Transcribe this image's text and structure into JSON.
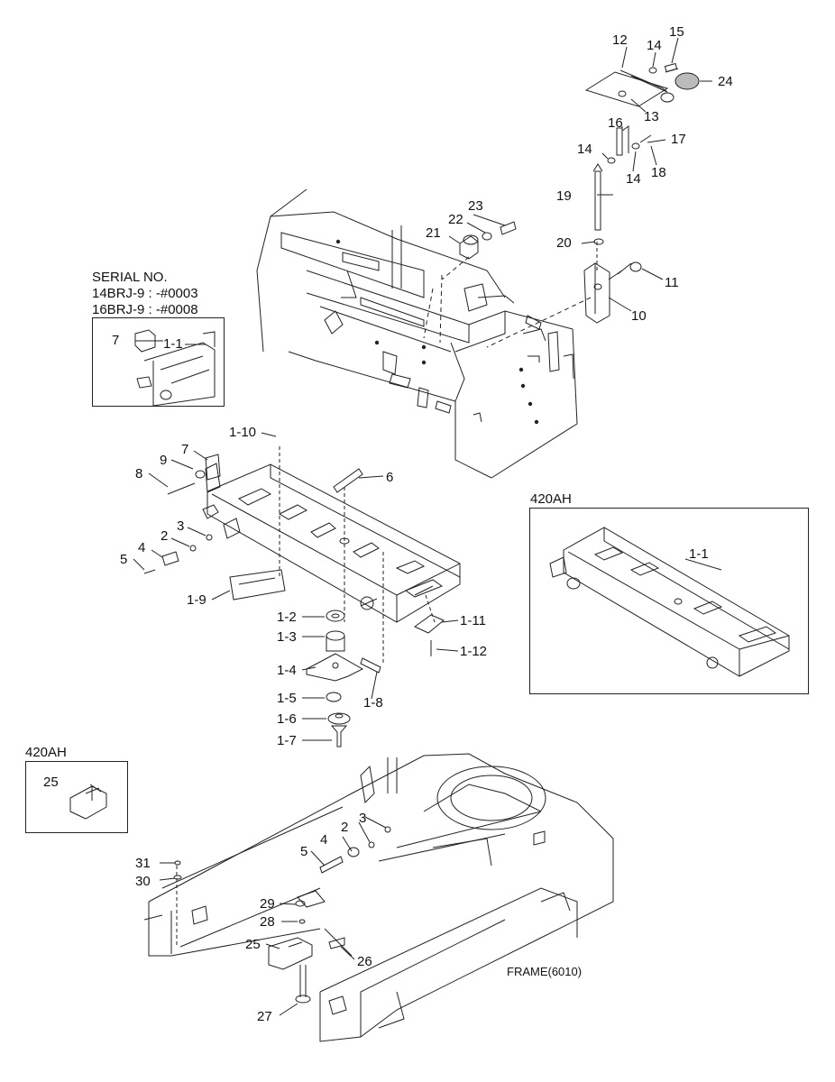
{
  "inset_serial": {
    "title": "SERIAL NO.",
    "line1": "14BRJ-9 : -#0003",
    "line2": "16BRJ-9 : -#0008",
    "labels": {
      "p7": "7",
      "p1_1": "1-1"
    }
  },
  "inset_420ah_right": {
    "title": "420AH",
    "labels": {
      "p1_1": "1-1"
    }
  },
  "inset_420ah_left": {
    "title": "420AH",
    "labels": {
      "p25": "25"
    }
  },
  "footer": {
    "frame_code": "FRAME(6010)"
  },
  "parts": {
    "p1_2": "1-2",
    "p1_3": "1-3",
    "p1_4": "1-4",
    "p1_5": "1-5",
    "p1_6": "1-6",
    "p1_7": "1-7",
    "p1_8": "1-8",
    "p1_9": "1-9",
    "p1_10": "1-10",
    "p1_11": "1-11",
    "p1_12": "1-12",
    "p2": "2",
    "p3": "3",
    "p4": "4",
    "p5": "5",
    "p6": "6",
    "p7": "7",
    "p8": "8",
    "p9": "9",
    "p10": "10",
    "p11": "11",
    "p12": "12",
    "p13": "13",
    "p14a": "14",
    "p14b": "14",
    "p14c": "14",
    "p15": "15",
    "p16": "16",
    "p17": "17",
    "p18": "18",
    "p19": "19",
    "p20": "20",
    "p21": "21",
    "p22": "22",
    "p23": "23",
    "p24": "24",
    "lp2": "2",
    "lp3": "3",
    "lp4": "4",
    "lp5": "5",
    "lp25": "25",
    "lp26": "26",
    "lp27": "27",
    "lp28": "28",
    "lp29": "29",
    "lp30": "30",
    "lp31": "31"
  }
}
